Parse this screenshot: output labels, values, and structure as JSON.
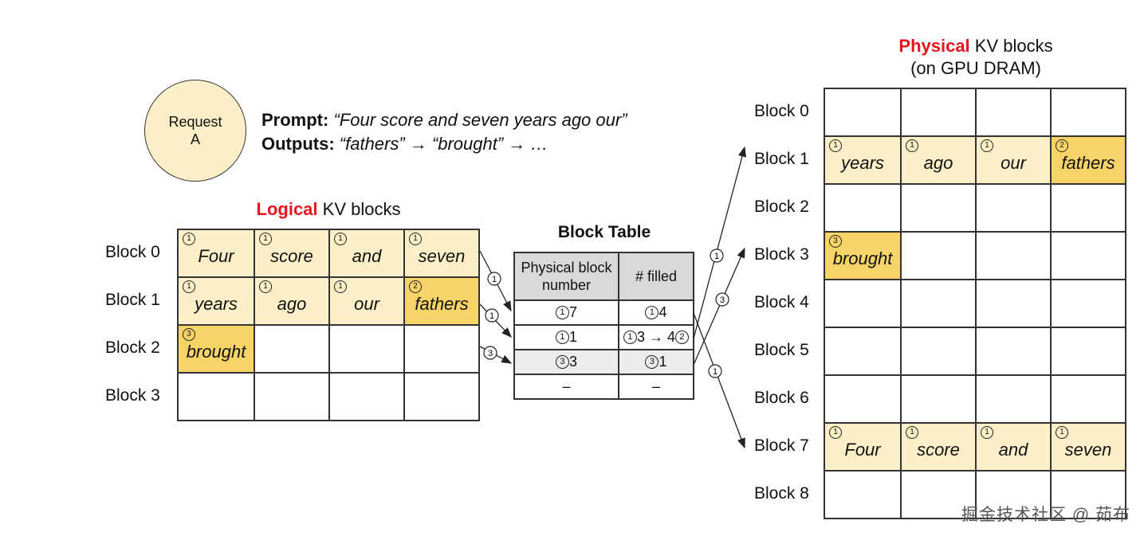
{
  "request": {
    "label_line1": "Request",
    "label_line2": "A"
  },
  "prompt": {
    "prompt_label": "Prompt:",
    "prompt_text": "“Four score and seven years ago our”",
    "outputs_label": "Outputs:",
    "outputs_text": "“fathers” → “brought” → …"
  },
  "logical": {
    "title_red": "Logical",
    "title_rest": " KV blocks",
    "rows": [
      {
        "label": "Block 0",
        "cells": [
          {
            "word": "Four",
            "step": "1",
            "shade": "light"
          },
          {
            "word": "score",
            "step": "1",
            "shade": "light"
          },
          {
            "word": "and",
            "step": "1",
            "shade": "light"
          },
          {
            "word": "seven",
            "step": "1",
            "shade": "light"
          }
        ]
      },
      {
        "label": "Block 1",
        "cells": [
          {
            "word": "years",
            "step": "1",
            "shade": "light"
          },
          {
            "word": "ago",
            "step": "1",
            "shade": "light"
          },
          {
            "word": "our",
            "step": "1",
            "shade": "light"
          },
          {
            "word": "fathers",
            "step": "2",
            "shade": "dark"
          }
        ]
      },
      {
        "label": "Block 2",
        "cells": [
          {
            "word": "brought",
            "step": "3",
            "shade": "dark"
          },
          {},
          {},
          {}
        ]
      },
      {
        "label": "Block 3",
        "cells": [
          {},
          {},
          {},
          {}
        ]
      }
    ]
  },
  "block_table": {
    "title": "Block Table",
    "headers": [
      "Physical block number",
      "# filled"
    ],
    "rows": [
      {
        "phys_step": "1",
        "phys": "7",
        "filled_step": "1",
        "filled": "4",
        "filled_step2": ""
      },
      {
        "phys_step": "1",
        "phys": "1",
        "filled_step": "1",
        "filled": "3 → 4",
        "filled_step2": "2"
      },
      {
        "phys_step": "3",
        "phys": "3",
        "filled_step": "3",
        "filled": "1",
        "filled_step2": ""
      },
      {
        "phys_step": "",
        "phys": "–",
        "filled_step": "",
        "filled": "–",
        "filled_step2": ""
      }
    ]
  },
  "physical": {
    "title_red": "Physical",
    "title_rest": " KV blocks",
    "subtitle": "(on GPU DRAM)",
    "rows": [
      {
        "label": "Block 0",
        "cells": [
          {},
          {},
          {},
          {}
        ]
      },
      {
        "label": "Block 1",
        "cells": [
          {
            "word": "years",
            "step": "1",
            "shade": "light"
          },
          {
            "word": "ago",
            "step": "1",
            "shade": "light"
          },
          {
            "word": "our",
            "step": "1",
            "shade": "light"
          },
          {
            "word": "fathers",
            "step": "2",
            "shade": "dark"
          }
        ]
      },
      {
        "label": "Block 2",
        "cells": [
          {},
          {},
          {},
          {}
        ]
      },
      {
        "label": "Block 3",
        "cells": [
          {
            "word": "brought",
            "step": "3",
            "shade": "dark"
          },
          {},
          {},
          {}
        ]
      },
      {
        "label": "Block 4",
        "cells": [
          {},
          {},
          {},
          {}
        ]
      },
      {
        "label": "Block 5",
        "cells": [
          {},
          {},
          {},
          {}
        ]
      },
      {
        "label": "Block 6",
        "cells": [
          {},
          {},
          {},
          {}
        ]
      },
      {
        "label": "Block 7",
        "cells": [
          {
            "word": "Four",
            "step": "1",
            "shade": "light"
          },
          {
            "word": "score",
            "step": "1",
            "shade": "light"
          },
          {
            "word": "and",
            "step": "1",
            "shade": "light"
          },
          {
            "word": "seven",
            "step": "1",
            "shade": "light"
          }
        ]
      },
      {
        "label": "Block 8",
        "cells": [
          {},
          {},
          {},
          {}
        ]
      }
    ]
  },
  "arrows": {
    "logical_to_table": [
      {
        "step": "1"
      },
      {
        "step": "1"
      },
      {
        "step": "3"
      }
    ],
    "table_to_physical": [
      {
        "step": "1",
        "target": "Block 7"
      },
      {
        "step": "1",
        "target": "Block 1"
      },
      {
        "step": "3",
        "target": "Block 3"
      }
    ]
  },
  "colors": {
    "accent_red": "#e8141c",
    "light_fill": "#fdf0c8",
    "dark_fill": "#f8d468",
    "header_grey": "#d9d9d9"
  },
  "watermark": "掘金技术社区 @ 茹布"
}
